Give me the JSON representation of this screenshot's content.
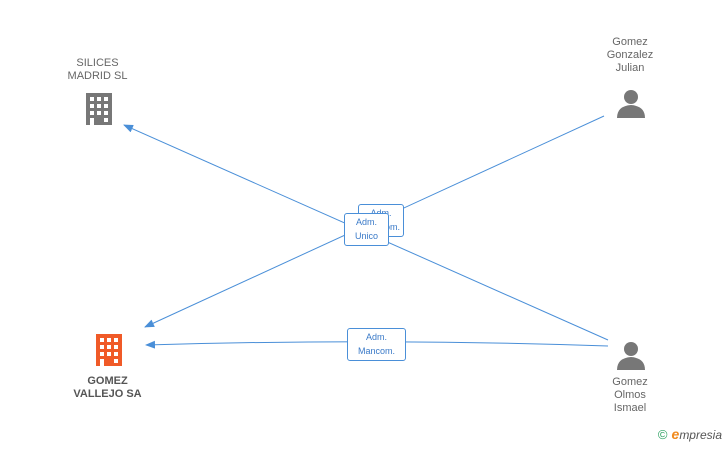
{
  "nodes": {
    "silices": {
      "lines": [
        "SILICES",
        "MADRID SL"
      ],
      "type": "company"
    },
    "gomez_vallejo": {
      "lines": [
        "GOMEZ",
        "VALLEJO SA"
      ],
      "type": "company",
      "highlight_color": "#f05a28"
    },
    "gomez_gonzalez": {
      "lines": [
        "Gomez",
        "Gonzalez",
        "Julian"
      ],
      "type": "person"
    },
    "gomez_olmos": {
      "lines": [
        "Gomez",
        "Olmos",
        "Ismael"
      ],
      "type": "person"
    }
  },
  "edge_labels": {
    "back": [
      "Adm.",
      "Mancom."
    ],
    "front": [
      "Adm.",
      "Unico"
    ],
    "bottom": [
      "Adm.",
      "Mancom."
    ]
  },
  "colors": {
    "edge": "#4a8fd8",
    "icon_gray": "#777777",
    "icon_orange": "#f05a28"
  },
  "footer": {
    "copyright": "©",
    "brand_initial": "e",
    "brand_rest": "mpresia"
  }
}
